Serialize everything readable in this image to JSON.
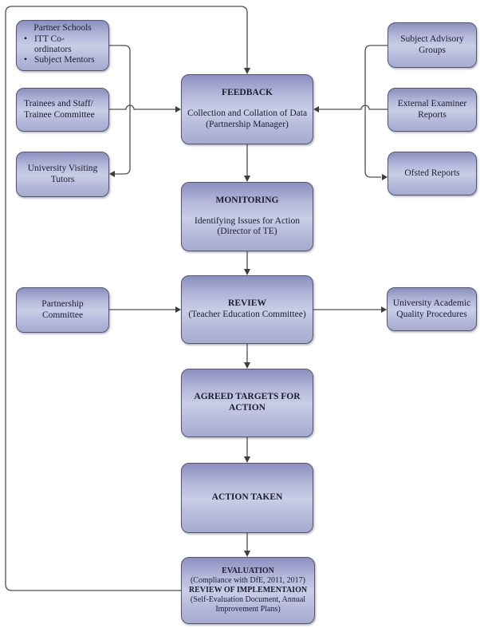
{
  "diagram": {
    "boxes": {
      "partner_schools": {
        "title": "Partner Schools",
        "bullet_marker": "•",
        "bullets": [
          "ITT Co-ordinators",
          "Subject Mentors"
        ]
      },
      "trainees": {
        "line1": "Trainees and Staff/",
        "line2": "Trainee Committee"
      },
      "university_visiting_tutors": {
        "text": "University Visiting Tutors"
      },
      "feedback": {
        "title": "FEEDBACK",
        "line1": "Collection and Collation of Data",
        "line2": "(Partnership Manager)"
      },
      "monitoring": {
        "title": "MONITORING",
        "line1": "Identifying Issues for Action",
        "line2": "(Director of TE)"
      },
      "review": {
        "title": "REVIEW",
        "line1": "(Teacher Education Committee)"
      },
      "partnership_committee": {
        "text": "Partnership Committee"
      },
      "university_academic_quality_procedures": {
        "text": "University Academic Quality Procedures"
      },
      "agreed_targets": {
        "title": "AGREED TARGETS FOR ACTION"
      },
      "action_taken": {
        "title": "ACTION TAKEN"
      },
      "evaluation": {
        "title": "EVALUATION",
        "line1": "(Compliance with DfE, 2011, 2017)",
        "title2": "REVIEW OF IMPLEMENTAION",
        "line2": "(Self-Evaluation Document, Annual Improvement Plans)"
      },
      "subject_advisory": {
        "text": "Subject Advisory Groups"
      },
      "external_examiner": {
        "text": "External Examiner Reports"
      },
      "ofsted": {
        "text": "Ofsted Reports"
      }
    },
    "connectors": [
      {
        "from": "partner_schools",
        "to": "university_visiting_tutors"
      },
      {
        "from": "trainees",
        "to": "feedback"
      },
      {
        "from": "subject_advisory",
        "to": "ofsted"
      },
      {
        "from": "external_examiner",
        "to": "feedback"
      },
      {
        "from": "evaluation",
        "to": "feedback",
        "note": "outer loop"
      },
      {
        "from": "feedback",
        "to": "monitoring"
      },
      {
        "from": "monitoring",
        "to": "review"
      },
      {
        "from": "partnership_committee",
        "to": "review"
      },
      {
        "from": "review",
        "to": "university_academic_quality_procedures"
      },
      {
        "from": "review",
        "to": "agreed_targets"
      },
      {
        "from": "agreed_targets",
        "to": "action_taken"
      },
      {
        "from": "action_taken",
        "to": "evaluation"
      }
    ],
    "colors": {
      "box_fill_top": "#8a8fbf",
      "box_fill_mid": "#cacde6",
      "box_fill_bottom": "#a6abd0",
      "box_border": "#55556e",
      "line": "#4f4f4f",
      "arrowhead": "#3d3d3d",
      "text": "#1c1c30",
      "background": "#ffffff"
    }
  }
}
